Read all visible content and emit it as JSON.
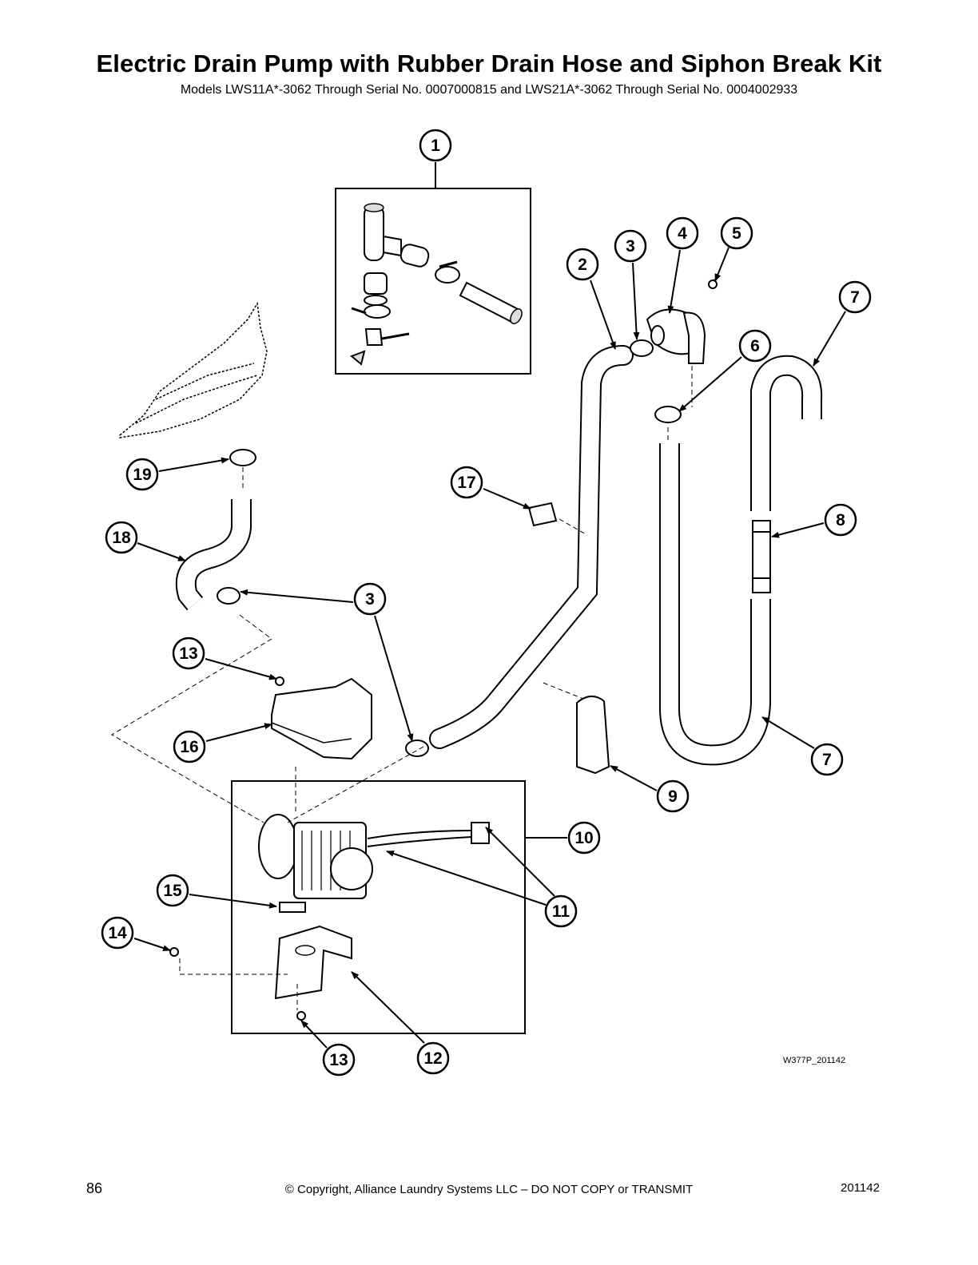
{
  "header": {
    "title": "Electric Drain Pump with Rubber Drain Hose and Siphon Break Kit",
    "subtitle": "Models LWS11A*-3062 Through Serial No. 0007000815 and LWS21A*-3062 Through Serial No. 0004002933"
  },
  "diagram": {
    "drawing_code": "W377P_201142",
    "callouts": [
      {
        "id": "c1",
        "label": "1"
      },
      {
        "id": "c2",
        "label": "2"
      },
      {
        "id": "c3a",
        "label": "3"
      },
      {
        "id": "c4",
        "label": "4"
      },
      {
        "id": "c5",
        "label": "5"
      },
      {
        "id": "c7a",
        "label": "7"
      },
      {
        "id": "c6",
        "label": "6"
      },
      {
        "id": "c19",
        "label": "19"
      },
      {
        "id": "c17",
        "label": "17"
      },
      {
        "id": "c8",
        "label": "8"
      },
      {
        "id": "c18",
        "label": "18"
      },
      {
        "id": "c3b",
        "label": "3"
      },
      {
        "id": "c13a",
        "label": "13"
      },
      {
        "id": "c16",
        "label": "16"
      },
      {
        "id": "c7b",
        "label": "7"
      },
      {
        "id": "c9",
        "label": "9"
      },
      {
        "id": "c10",
        "label": "10"
      },
      {
        "id": "c15",
        "label": "15"
      },
      {
        "id": "c11",
        "label": "11"
      },
      {
        "id": "c14",
        "label": "14"
      },
      {
        "id": "c13b",
        "label": "13"
      },
      {
        "id": "c12",
        "label": "12"
      }
    ]
  },
  "footer": {
    "page_number": "86",
    "copyright": "© Copyright, Alliance Laundry Systems LLC – DO NOT COPY or TRANSMIT",
    "doc_number": "201142"
  }
}
